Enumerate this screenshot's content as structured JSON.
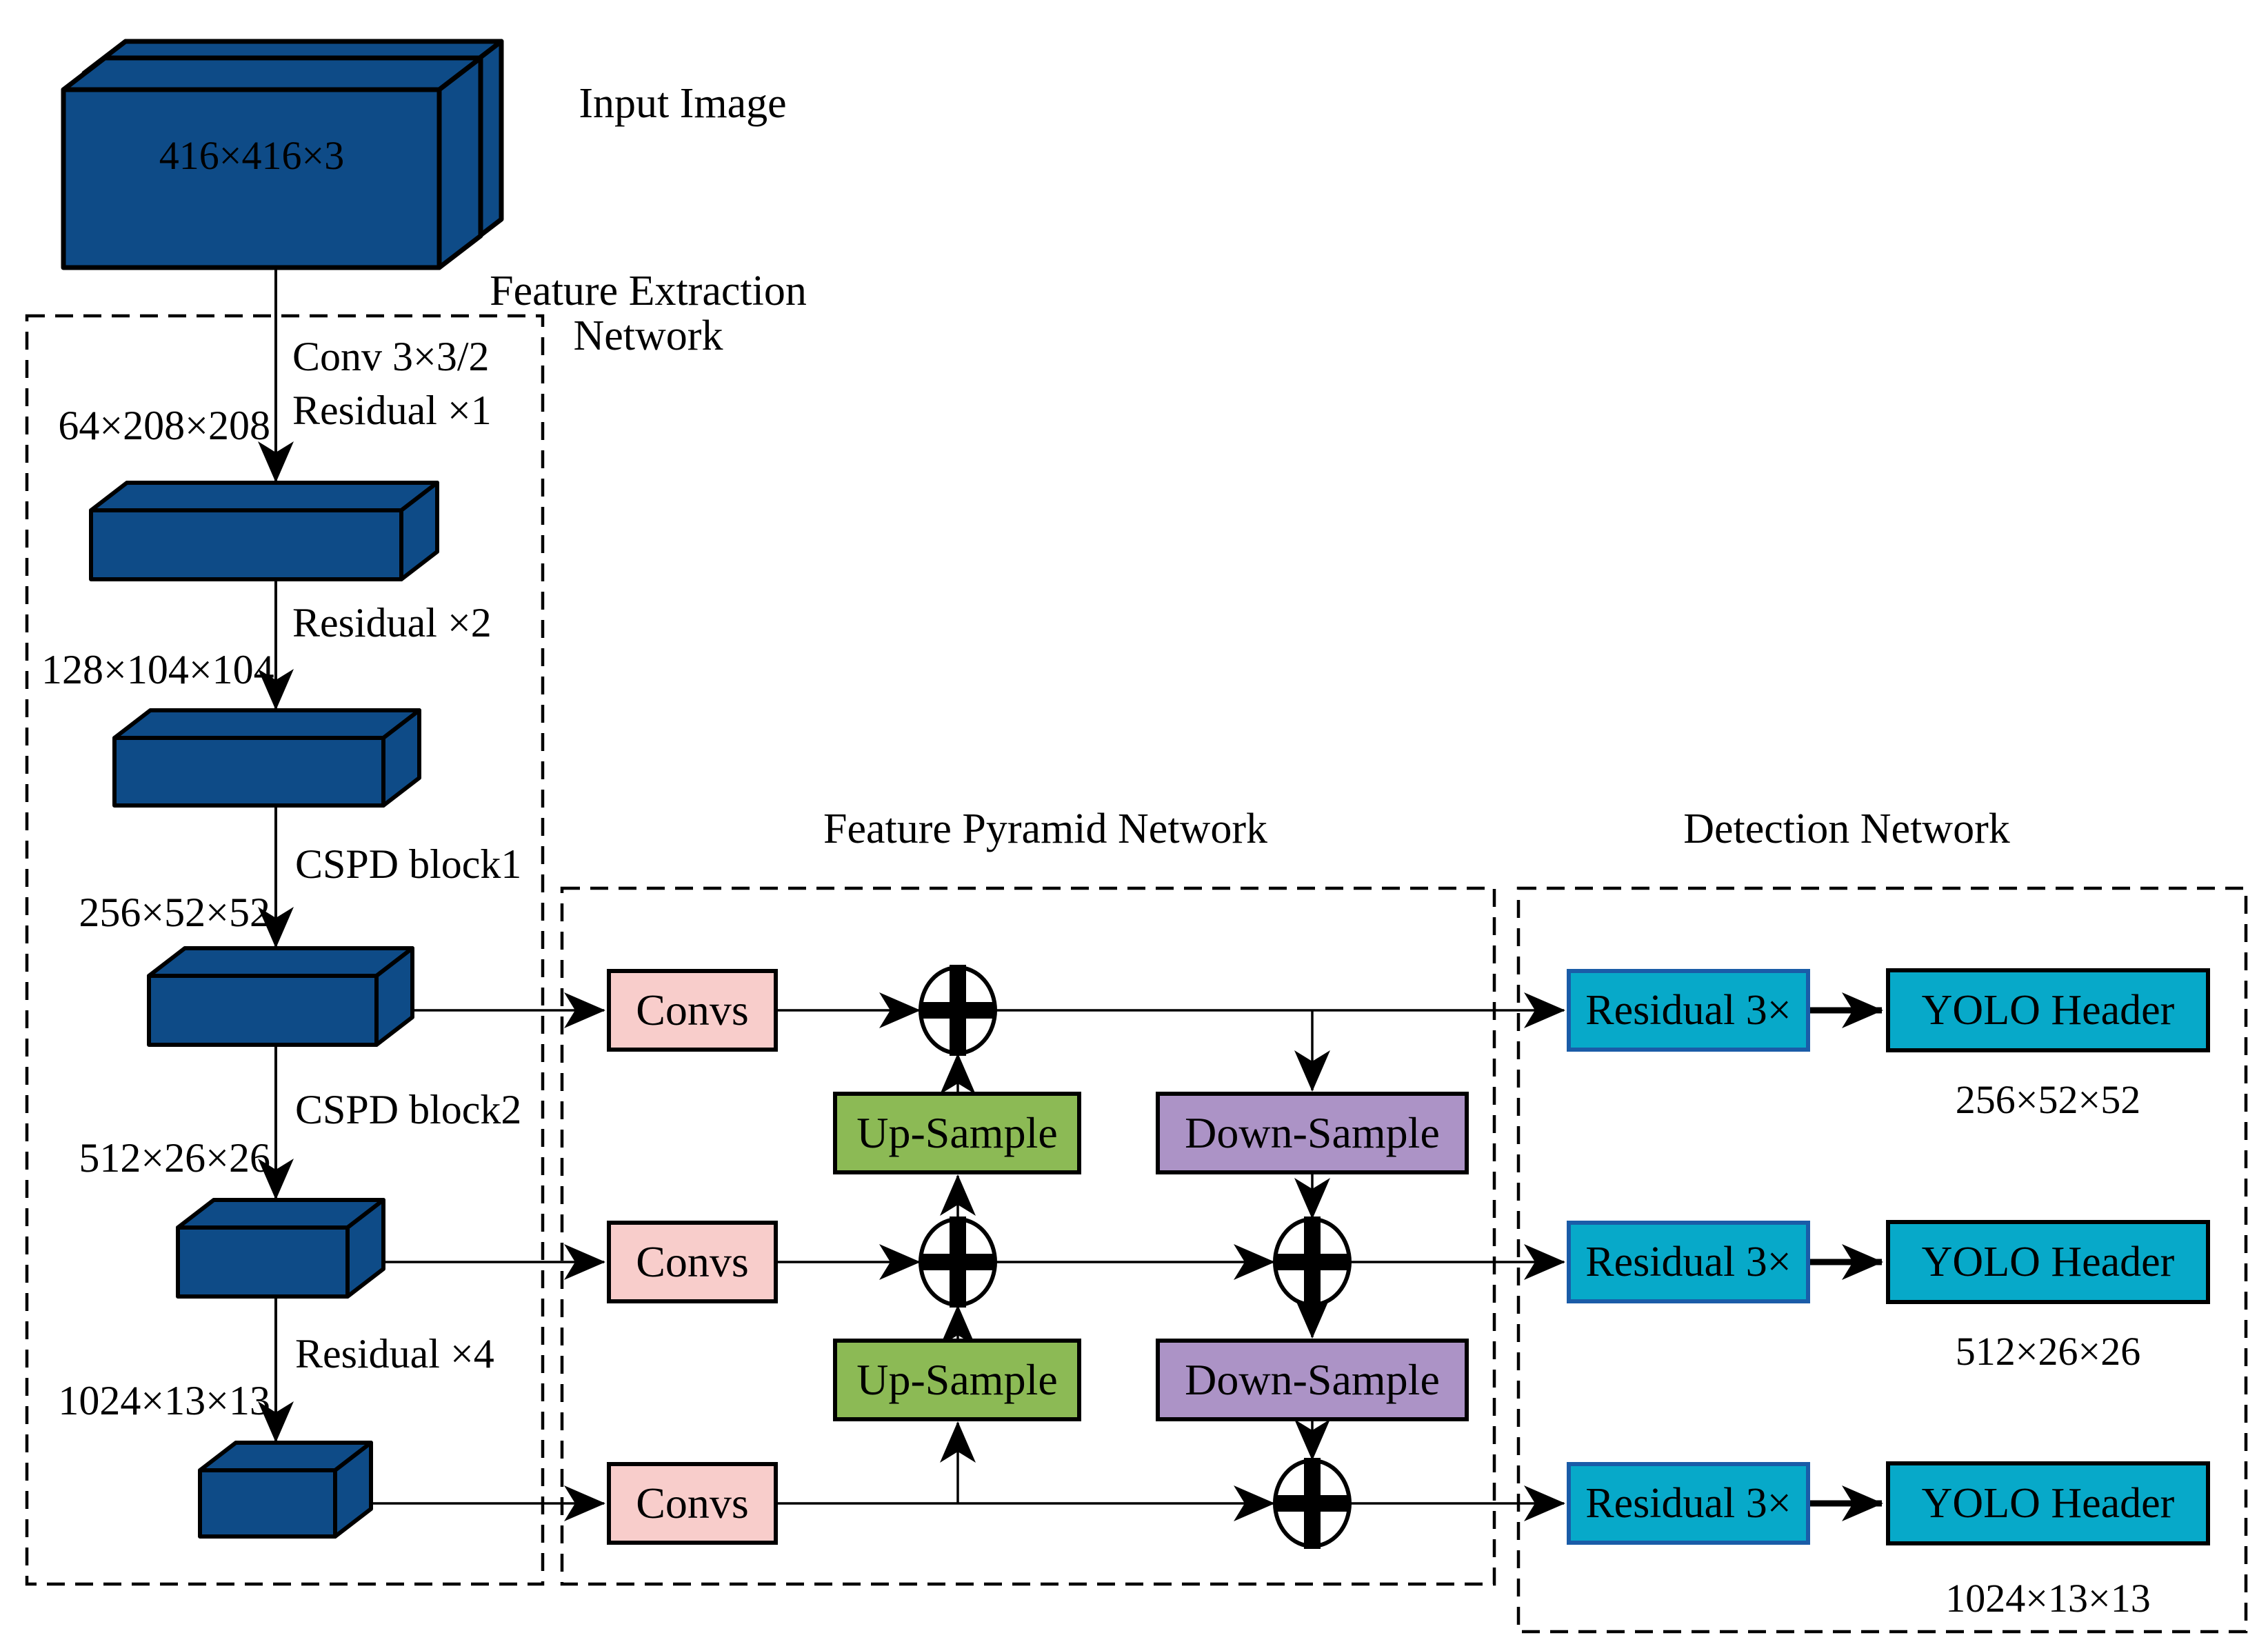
{
  "palette": {
    "slab_blue": "#0E4B87",
    "convs_pink": "#F8CDCB",
    "upsample_green": "#8CBA55",
    "downsample_purple": "#AC93C6",
    "detection_cyan": "#07A9C9",
    "residual_border_blue": "#1A5CA8",
    "line_black": "#000000",
    "background": "#FFFFFF"
  },
  "icons": {
    "merge_symbol": "⊕"
  },
  "input": {
    "label": "Input Image",
    "dims": "416×416×3"
  },
  "feature_extraction": {
    "title_line1": "Feature Extraction",
    "title_line2": "Network",
    "conv_label": "Conv 3×3/2",
    "residual1_label": "Residual ×1",
    "dims1": "64×208×208",
    "residual2_label": "Residual ×2",
    "dims2": "128×104×104",
    "cspd1_label": "CSPD block1",
    "dims3": "256×52×52",
    "cspd2_label": "CSPD block2",
    "dims4": "512×26×26",
    "residual4_label": "Residual ×4",
    "dims5": "1024×13×13"
  },
  "fpn": {
    "title": "Feature Pyramid Network",
    "convs": [
      "Convs",
      "Convs",
      "Convs"
    ],
    "upsample": [
      "Up-Sample",
      "Up-Sample"
    ],
    "downsample": [
      "Down-Sample",
      "Down-Sample"
    ]
  },
  "detection": {
    "title": "Detection Network",
    "rows": [
      {
        "residual": "Residual 3×",
        "header": "YOLO Header",
        "dims": "256×52×52"
      },
      {
        "residual": "Residual 3×",
        "header": "YOLO Header",
        "dims": "512×26×26"
      },
      {
        "residual": "Residual 3×",
        "header": "YOLO Header",
        "dims": "1024×13×13"
      }
    ]
  }
}
